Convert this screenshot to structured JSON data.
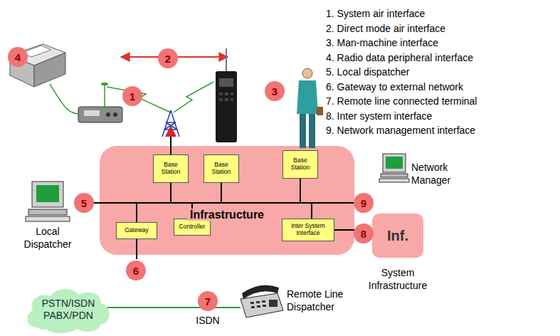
{
  "diagram": {
    "nodes": [
      {
        "text": [
          "Infrastructure"
        ]
      },
      {
        "text": [
          "Base Station"
        ],
        "in": 0
      },
      {
        "text": [
          "Base Station"
        ],
        "in": 0
      },
      {
        "text": [
          "Base Station"
        ],
        "in": 0
      },
      {
        "text": [
          "Gateway"
        ],
        "in": 0
      },
      {
        "text": [
          "Controller"
        ],
        "in": 0
      },
      {
        "text": [
          "Inter System Interface"
        ],
        "in": 0
      },
      {
        "text": [
          "Inf.",
          "System Infrastructure"
        ]
      },
      {
        "text": [
          "PSTN/ISDN PABX/PDN"
        ]
      }
    ],
    "edges": [
      {
        "from": 6,
        "to": 7,
        "arrow": "none"
      }
    ],
    "labels": [
      "1. System air interface",
      "2. Direct mode air interface",
      "3. Man-machine interface",
      "4. Radio data peripheral interface",
      "5. Local dispatcher",
      "6. Gateway to external network",
      "7. Remote line connected terminal",
      "8. Inter system interface",
      "9. Network management interface",
      "4",
      "2",
      "1",
      "3",
      "5",
      "9",
      "8",
      "6",
      "7",
      "Local Dispatcher",
      "Network Manager",
      "Remote Line Dispatcher",
      "ISDN"
    ]
  }
}
